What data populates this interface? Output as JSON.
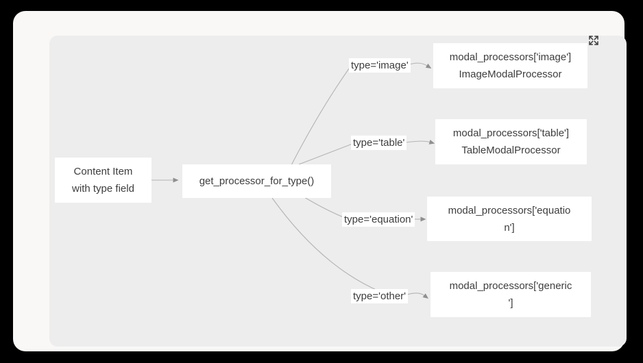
{
  "diagram": {
    "nodes": {
      "content_item": {
        "lines": [
          "Content Item",
          "with type field"
        ]
      },
      "get_processor": {
        "lines": [
          "get_processor_for_type()"
        ]
      },
      "image_processor": {
        "lines": [
          "modal_processors['image']",
          "ImageModalProcessor"
        ]
      },
      "table_processor": {
        "lines": [
          "modal_processors['table']",
          "TableModalProcessor"
        ]
      },
      "equation_processor": {
        "lines": [
          "modal_processors['equatio",
          "n']"
        ]
      },
      "generic_processor": {
        "lines": [
          "modal_processors['generic",
          "']"
        ]
      }
    },
    "edge_labels": {
      "image": "type='image'",
      "table": "type='table'",
      "equation": "type='equation'",
      "other": "type='other'"
    },
    "icons": {
      "expand": "expand-arrows"
    },
    "colors": {
      "frame_bg": "#000000",
      "card_bg": "#f9f8f6",
      "canvas_bg": "#ededed",
      "node_bg": "#ffffff",
      "edge_line": "#b3b3b3",
      "arrowhead": "#8f8f8f",
      "text": "#3d3d3d"
    }
  }
}
